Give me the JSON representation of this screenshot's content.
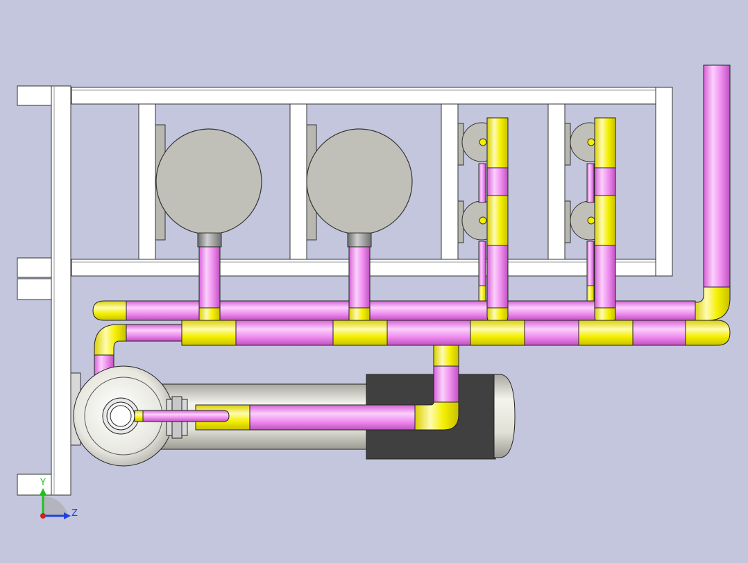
{
  "viewport": {
    "background": "#c3c6dd"
  },
  "colors": {
    "frame_fill": "#ffffff",
    "frame_stroke": "#333333",
    "pump_body": "#c0c0b8",
    "pump_neck": "#8a8a8a",
    "pipe_pink": "#f090f0",
    "pipe_pink_highlight": "#fbd0fb",
    "pipe_yellow": "#f4f000",
    "pipe_yellow_highlight": "#fffbb0",
    "tank_body": "#e6e6dc",
    "tank_end": "#404040",
    "outline": "#222222"
  },
  "triad": {
    "y_label": "Y",
    "z_label": "Z",
    "y_color": "#20c020",
    "z_color": "#2040e0",
    "x_color": "#d02020"
  },
  "components": {
    "pumps": [
      "large-pump-1",
      "large-pump-2"
    ],
    "small_pumps": [
      "small-pump-1",
      "small-pump-2",
      "small-pump-3",
      "small-pump-4"
    ],
    "tank": "horizontal-tank",
    "inlet": "volute-inlet"
  }
}
